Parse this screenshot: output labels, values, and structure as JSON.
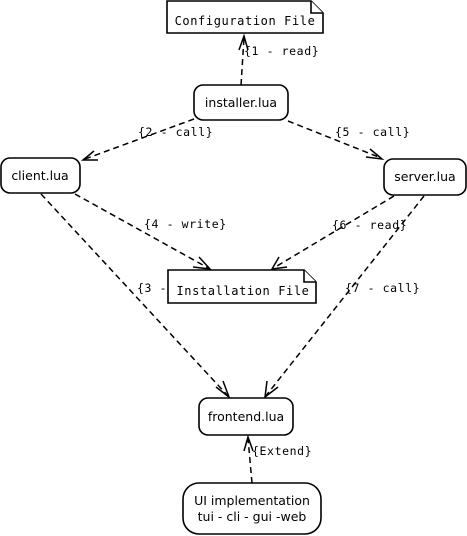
{
  "notes": {
    "config_file": "Configuration File",
    "install_file": "Installation File"
  },
  "nodes": {
    "installer": "installer.lua",
    "client": "client.lua",
    "server": "server.lua",
    "frontend": "frontend.lua",
    "ui_line1": "UI implementation",
    "ui_line2": "tui - cli - gui -web"
  },
  "edges": {
    "e1": "{1 - read}",
    "e2": "{2 - call}",
    "e3": "{3 -",
    "e4": "{4 - write}",
    "e5": "{5 - call}",
    "e6": "{6 - read}",
    "e7": "{7 - call}",
    "extend": "{Extend}"
  }
}
